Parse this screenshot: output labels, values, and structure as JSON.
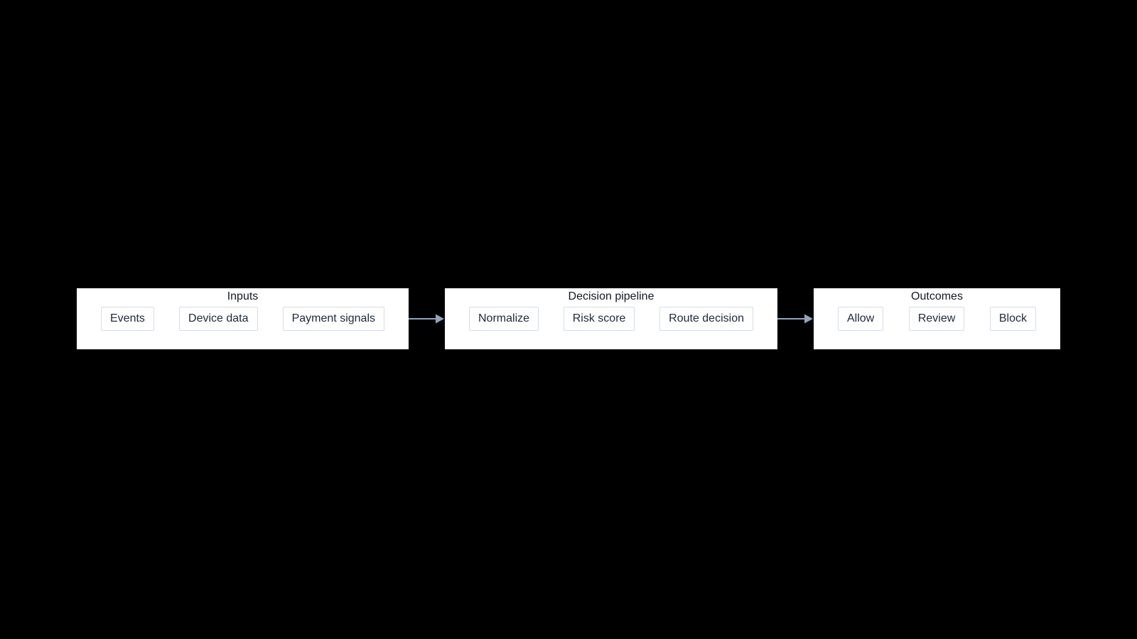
{
  "diagram": {
    "groups": [
      {
        "title": "Inputs",
        "nodes": [
          "Events",
          "Device data",
          "Payment signals"
        ]
      },
      {
        "title": "Decision pipeline",
        "nodes": [
          "Normalize",
          "Risk score",
          "Route decision"
        ]
      },
      {
        "title": "Outcomes",
        "nodes": [
          "Allow",
          "Review",
          "Block"
        ]
      }
    ],
    "connections": [
      {
        "from": "Inputs",
        "to": "Decision pipeline"
      },
      {
        "from": "Decision pipeline",
        "to": "Outcomes"
      }
    ],
    "colors": {
      "background": "#000000",
      "panel_background": "#ffffff",
      "title_text": "#111827",
      "node_text": "#1e293b",
      "node_border": "#d6dce6",
      "arrow": "#94a3b8"
    }
  }
}
